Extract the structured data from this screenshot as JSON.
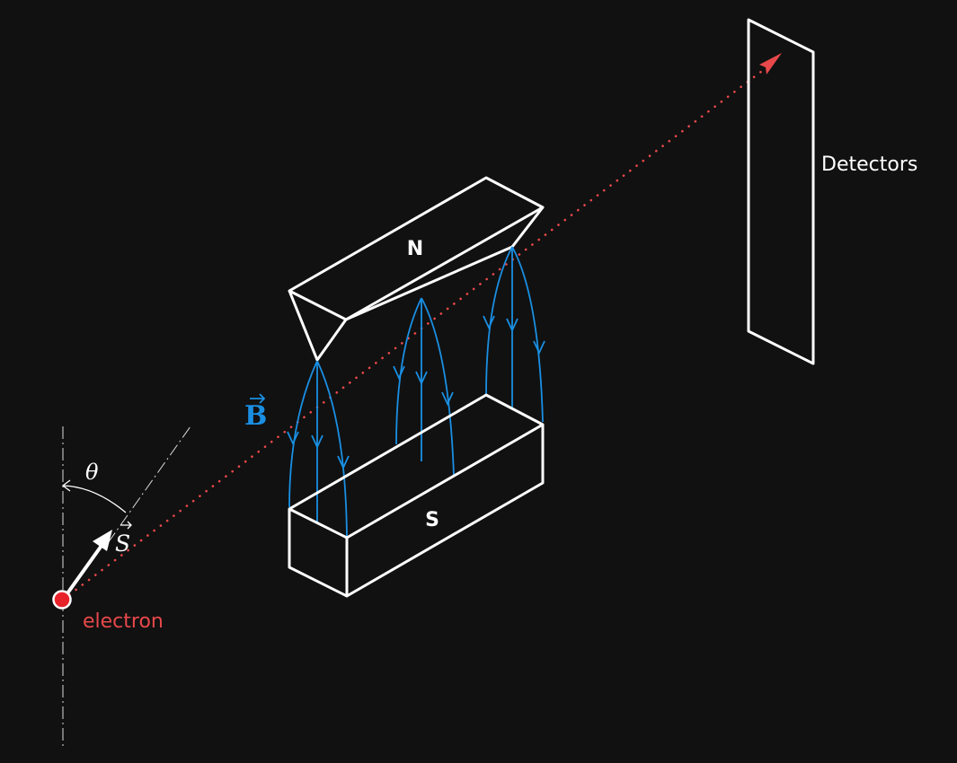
{
  "labels": {
    "north": "N",
    "south": "S",
    "field": "B",
    "detectors": "Detectors",
    "electron": "electron",
    "spin": "S",
    "angle": "θ"
  },
  "colors": {
    "background": "#111111",
    "outline": "#ffffff",
    "field_lines": "#1a8fe3",
    "electron": "#e8484a",
    "trajectory": "#e8484a"
  }
}
